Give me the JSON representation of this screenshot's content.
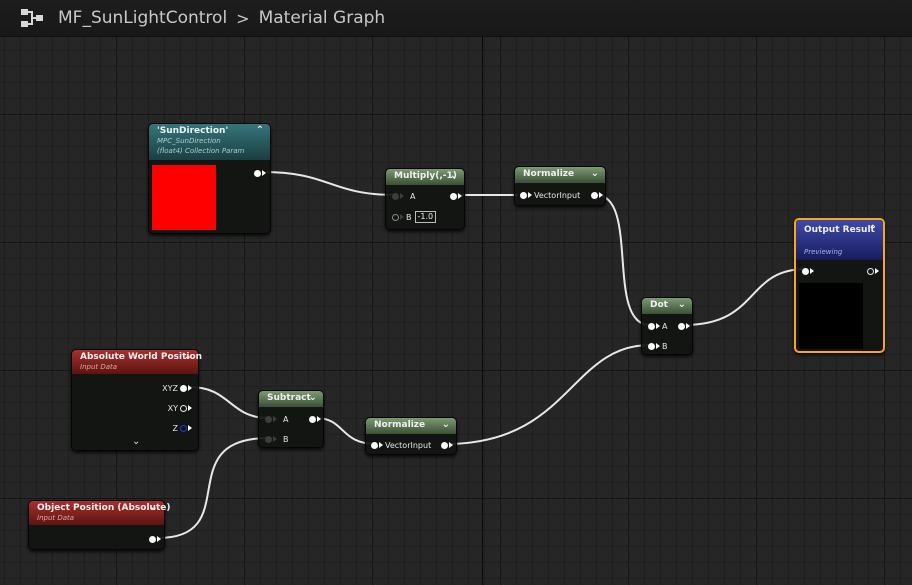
{
  "breadcrumb": {
    "function_name": "MF_SunLightControl",
    "separator": ">",
    "graph_name": "Material Graph"
  },
  "nodes": {
    "sun_direction": {
      "title": "'SunDirection'",
      "subtitle_line1": "MPC_SunDirection",
      "subtitle_line2": "(float4) Collection Param",
      "preview_color": "#ff0000"
    },
    "multiply": {
      "title": "Multiply(,-1)",
      "pin_a": "A",
      "pin_b": "B",
      "b_value": "-1.0"
    },
    "normalize_top": {
      "title": "Normalize",
      "input": "VectorInput"
    },
    "dot": {
      "title": "Dot",
      "pin_a": "A",
      "pin_b": "B"
    },
    "output_result": {
      "title": "Output Result",
      "subtitle": "Previewing"
    },
    "absolute_world_position": {
      "title": "Absolute World Position",
      "subtitle": "Input Data",
      "pins": [
        "XYZ",
        "XY",
        "Z"
      ]
    },
    "subtract": {
      "title": "Subtract",
      "pin_a": "A",
      "pin_b": "B"
    },
    "normalize_bottom": {
      "title": "Normalize",
      "input": "VectorInput"
    },
    "object_position": {
      "title": "Object Position (Absolute)",
      "subtitle": "Input Data"
    }
  },
  "colors": {
    "background": "#262626",
    "parameter_header": "#2a5c61",
    "math_header": "#4a6443",
    "input_header": "#8a2320",
    "result_header": "#2c338a",
    "result_border": "#f5a623",
    "wire": "#e8e8e8"
  }
}
